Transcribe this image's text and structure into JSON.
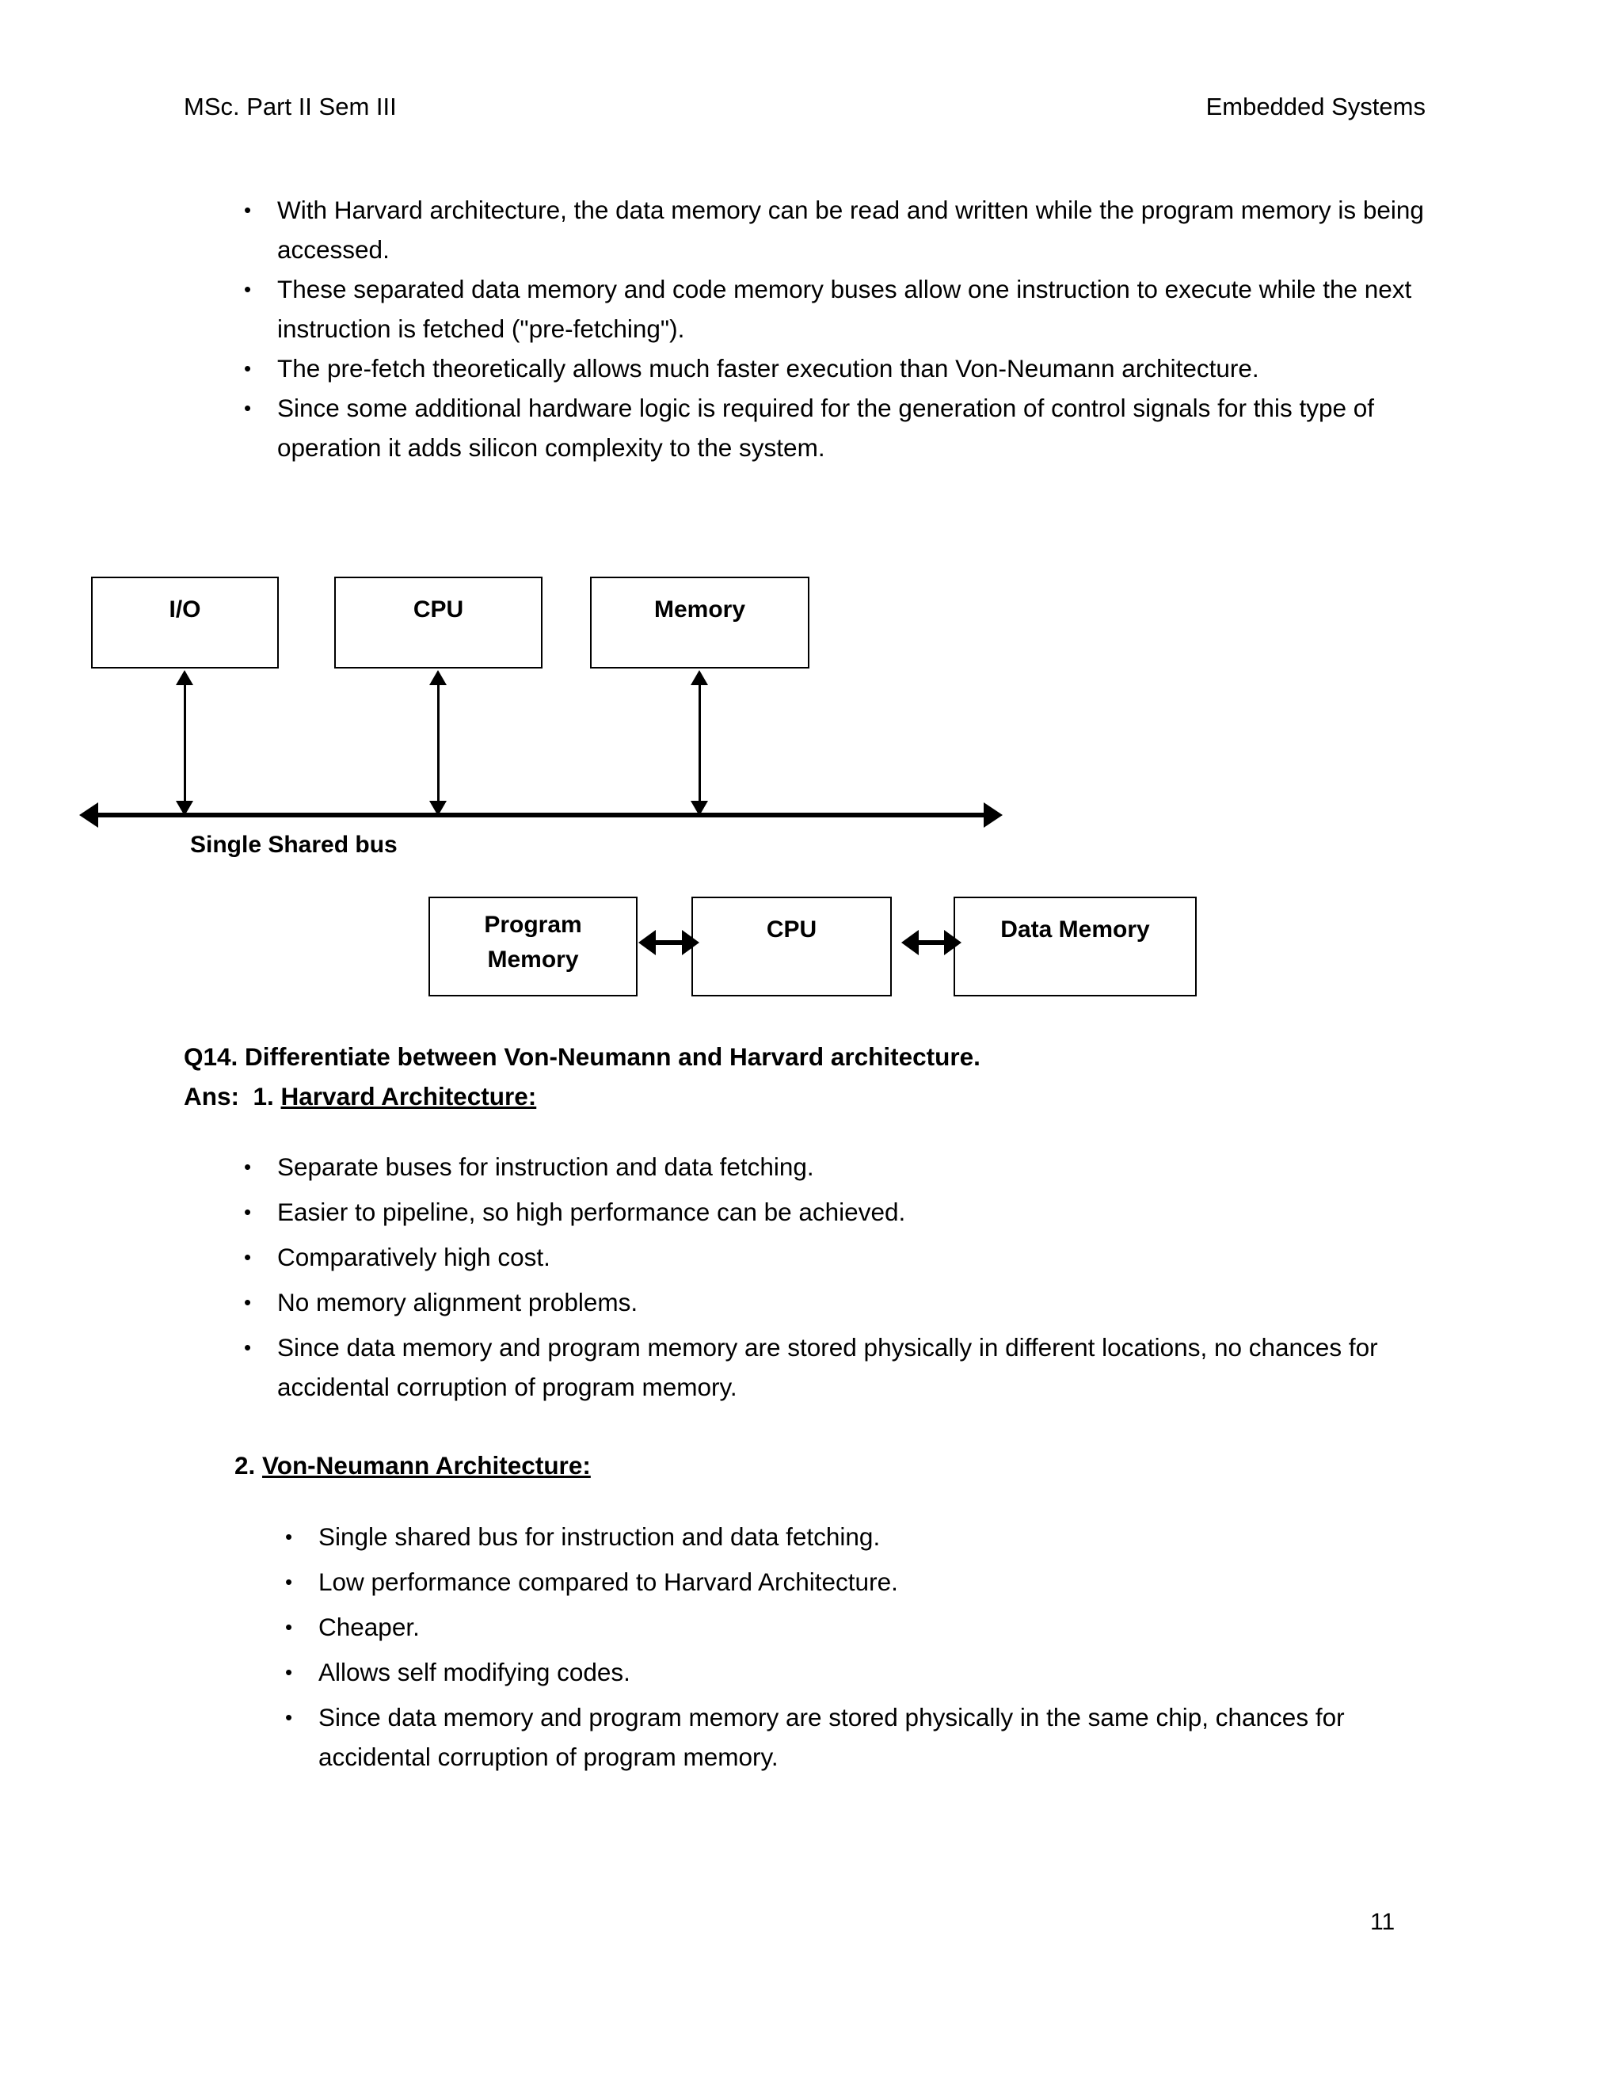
{
  "header": {
    "left": "MSc. Part II Sem III",
    "right": "Embedded Systems"
  },
  "intro_bullets": [
    "With Harvard architecture, the data memory can be read and written while the program memory is being accessed.",
    "These separated data memory and code memory buses allow one instruction to execute while the next instruction is fetched (\"pre-fetching\").",
    "The pre-fetch theoretically allows much faster execution than Von-Neumann architecture.",
    "Since some additional hardware logic is required for the generation of control signals for this type of operation it adds silicon complexity to the system."
  ],
  "diagram_vonneumann": {
    "boxes": {
      "io": "I/O",
      "cpu": "CPU",
      "memory": "Memory"
    },
    "bus_label": "Single Shared bus"
  },
  "diagram_harvard": {
    "program_memory_line1": "Program",
    "program_memory_line2": "Memory",
    "cpu": "CPU",
    "data_memory": "Data Memory"
  },
  "question": {
    "heading": "Q14. Differentiate between Von-Neumann and Harvard architecture.",
    "answer_prefix": "Ans:  1. ",
    "answer_underlined": "Harvard Architecture:"
  },
  "harvard_bullets": [
    "Separate buses for instruction and data fetching.",
    "Easier to pipeline, so high performance can be achieved.",
    "Comparatively high cost.",
    "No memory alignment problems.",
    "Since data memory and program memory are stored physically in different locations, no chances for accidental corruption of program memory."
  ],
  "vonneumann_section": {
    "number": "2. ",
    "heading_underlined": "Von-Neumann Architecture:"
  },
  "vonneumann_bullets": [
    "Single shared bus for instruction and data fetching.",
    "Low performance compared to Harvard Architecture.",
    "Cheaper.",
    "Allows self modifying codes.",
    "Since data memory and program memory are stored physically in the same chip, chances for accidental corruption of program memory."
  ],
  "footer": {
    "page_number": "11"
  }
}
